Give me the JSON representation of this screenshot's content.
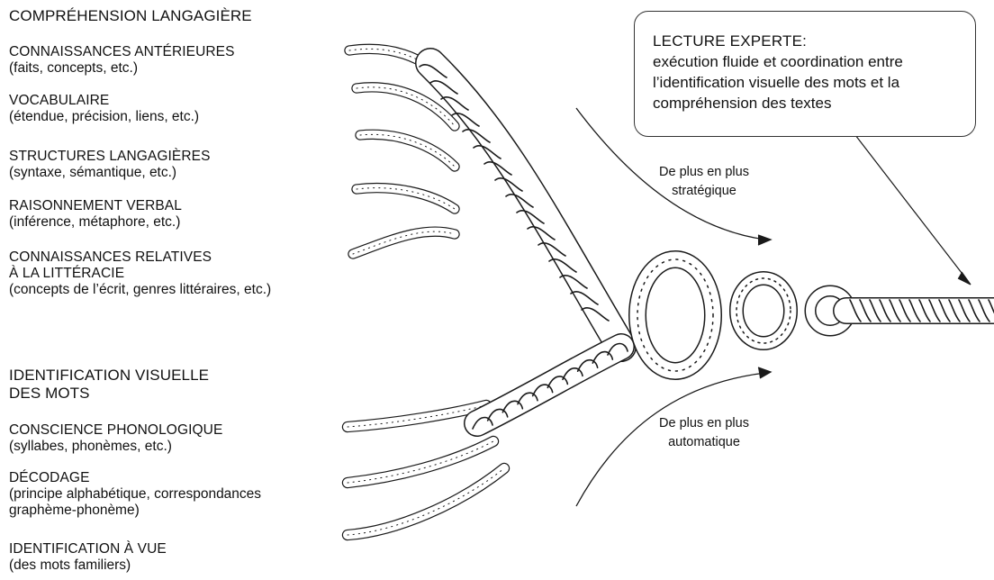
{
  "language_comprehension": {
    "title": "COMPRÉHENSION LANGAGIÈRE",
    "items": [
      {
        "label": "CONNAISSANCES ANTÉRIEURES",
        "detail": "(faits, concepts, etc.)"
      },
      {
        "label": "VOCABULAIRE",
        "detail": "(étendue, précision, liens, etc.)"
      },
      {
        "label": "STRUCTURES LANGAGIÈRES",
        "detail": "(syntaxe, sémantique, etc.)"
      },
      {
        "label": "RAISONNEMENT VERBAL",
        "detail": "(inférence, métaphore, etc.)"
      },
      {
        "label": "CONNAISSANCES RELATIVES\nÀ LA LITTÉRACIE",
        "detail": "(concepts de l’écrit, genres littéraires, etc.)"
      }
    ]
  },
  "word_recognition": {
    "title": "IDENTIFICATION VISUELLE\nDES MOTS",
    "items": [
      {
        "label": "CONSCIENCE PHONOLOGIQUE",
        "detail": "(syllabes, phonèmes, etc.)"
      },
      {
        "label": "DÉCODAGE",
        "detail": "(principe alphabétique, correspondances\ngraphème-phonème)"
      },
      {
        "label": "IDENTIFICATION À VUE",
        "detail": "(des mots familiers)"
      }
    ]
  },
  "skilled_reading": {
    "title": "LECTURE EXPERTE:",
    "text": "exécution fluide et coordination entre l’identification visuelle des mots et la compréhension des textes"
  },
  "arrows": {
    "strategic": "De plus en plus\nstratégique",
    "automatic": "De plus en plus\nautomatique"
  },
  "colors": {
    "ink": "#111111",
    "background": "#ffffff"
  }
}
